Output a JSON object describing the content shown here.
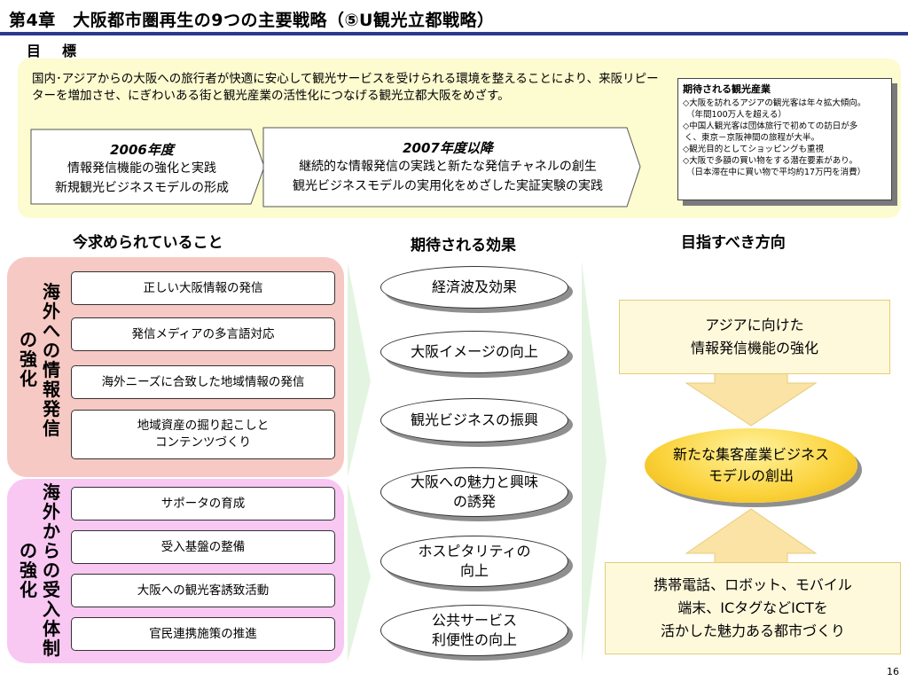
{
  "header": {
    "title": "第4章　大阪都市圏再生の9つの主要戦略（⑤U観光立都戦略）",
    "goal_heading": "目　標"
  },
  "goal": {
    "description": "国内･アジアからの大阪への旅行者が快適に安心して観光サービスを受けられる環境を整えることにより、来阪リピーターを増加させ、にぎわいある街と観光産業の活性化につなげる観光立都大阪をめざす。",
    "phase1": {
      "year": "2006年度",
      "lines": [
        "情報発信機能の強化と実践",
        "新規観光ビジネスモデルの形成"
      ]
    },
    "phase2": {
      "year": "2007年度以降",
      "lines": [
        "継続的な情報発信の実践と新たな発信チャネルの創生",
        "観光ビジネスモデルの実用化をめざした実証実験の実践"
      ]
    },
    "expected_industry": {
      "title": "期待される観光産業",
      "lines": [
        "◇大阪を訪れるアジアの観光客は年々拡大傾向。",
        "（年間100万人を超える）",
        "◇中国人観光客は団体旅行で初めての訪日が多",
        "く、東京－京阪神間の旅程が大半。",
        "◇観光目的としてショッピングも重視",
        "◇大阪で多額の買い物をする潜在要素があり。",
        "（日本滞在中に買い物で平均約17万円を消費）"
      ]
    }
  },
  "columns": {
    "needs_heading": "今求められていること",
    "effects_heading": "期待される効果",
    "direction_heading": "目指すべき方向"
  },
  "needs": {
    "group1": {
      "label_main": "海外への情報発信",
      "label_sub": "の強化",
      "items": [
        "正しい大阪情報の発信",
        "発信メディアの多言語対応",
        "海外ニーズに合致した地域情報の発信",
        "地域資産の掘り起こしと\nコンテンツづくり"
      ]
    },
    "group2": {
      "label_main": "海外からの受入体制",
      "label_sub": "の強化",
      "items": [
        "サポータの育成",
        "受入基盤の整備",
        "大阪への観光客誘致活動",
        "官民連携施策の推進"
      ]
    }
  },
  "effects": [
    "経済波及効果",
    "大阪イメージの向上",
    "観光ビジネスの振興",
    "大阪への魅力と興味\nの誘発",
    "ホスピタリティの\n向上",
    "公共サービス\n利便性の向上"
  ],
  "direction": {
    "top": "アジアに向けた\n情報発信機能の強化",
    "center": "新たな集客産業ビジネス\nモデルの創出",
    "bottom": "携帯電話、ロボット、モバイル\n端末、ICタグなどICTを\n活かした魅力ある都市づくり"
  },
  "page_number": "16",
  "colors": {
    "title_rule": "#2b3a8f",
    "goal_panel": "#fdfbd0",
    "group1_bg": "#f7c9c4",
    "group2_bg": "#f8c8f3",
    "flow_arrow": "#e3f5e1",
    "direction_box": "#fff9dc",
    "center_oval": "#fbd23a",
    "down_arrow": "#fbe3a6"
  }
}
